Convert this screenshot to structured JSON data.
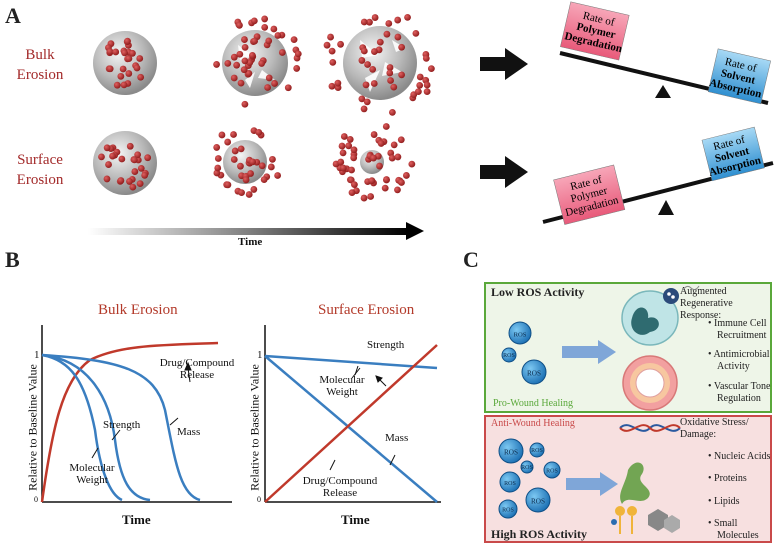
{
  "panels": {
    "a": "A",
    "b": "B",
    "c": "C"
  },
  "panel_a": {
    "row1_label_line1": "Bulk",
    "row1_label_line2": "Erosion",
    "row2_label_line1": "Surface",
    "row2_label_line2": "Erosion",
    "time_label": "Time",
    "seesaw_top": {
      "left_box": [
        "Rate of",
        "Polymer",
        "Degradation"
      ],
      "right_box": [
        "Rate of",
        "Solvent",
        "Absorption"
      ]
    },
    "seesaw_bottom": {
      "left_box": [
        "Rate of",
        "Polymer",
        "Degradation"
      ],
      "right_box": [
        "Rate of",
        "Solvent",
        "Absorption"
      ]
    }
  },
  "panel_b": {
    "left_chart": {
      "title": "Bulk Erosion",
      "xlabel": "Time",
      "ylabel": "Relative to Baseline Value",
      "tick_top": "1",
      "tick_bottom": "0",
      "curve_labels": {
        "drug": [
          "Drug/Compound",
          "Release"
        ],
        "strength": [
          "Strength"
        ],
        "mass": [
          "Mass"
        ],
        "mw": [
          "Molecular",
          "Weight"
        ]
      }
    },
    "right_chart": {
      "title": "Surface Erosion",
      "xlabel": "Time",
      "ylabel": "Relative to Baseline Value",
      "tick_top": "1",
      "tick_bottom": "0",
      "curve_labels": {
        "strength": [
          "Strength"
        ],
        "mw": [
          "Molecular",
          "Weight"
        ],
        "mass": [
          "Mass"
        ],
        "drug": [
          "Drug/Compound",
          "Release"
        ]
      }
    }
  },
  "panel_c": {
    "top_box": {
      "title": "Low ROS Activity",
      "footer": "Pro-Wound Healing",
      "heading": [
        "Augmented",
        "Regenerative Response:"
      ],
      "bullets": [
        [
          "Immune Cell",
          "Recruitment"
        ],
        [
          "Antimicrobial",
          "Activity"
        ],
        [
          "Vascular Tone",
          "Regulation"
        ]
      ],
      "ros_label": "ROS"
    },
    "bottom_box": {
      "title": "Anti-Wound Healing",
      "footer": "High ROS Activity",
      "heading": [
        "Oxidative Stress/",
        "Damage:"
      ],
      "bullets": [
        [
          "Nucleic Acids"
        ],
        [
          "Proteins"
        ],
        [
          "Lipids"
        ],
        [
          "Small",
          "Molecules"
        ]
      ],
      "ros_label": "ROS"
    }
  },
  "colors": {
    "red_text": "#a32a2a",
    "blue_curve": "#3a7ec0",
    "red_curve": "#c0392b",
    "green_border": "#5aa83a",
    "red_border": "#c94a4a"
  }
}
